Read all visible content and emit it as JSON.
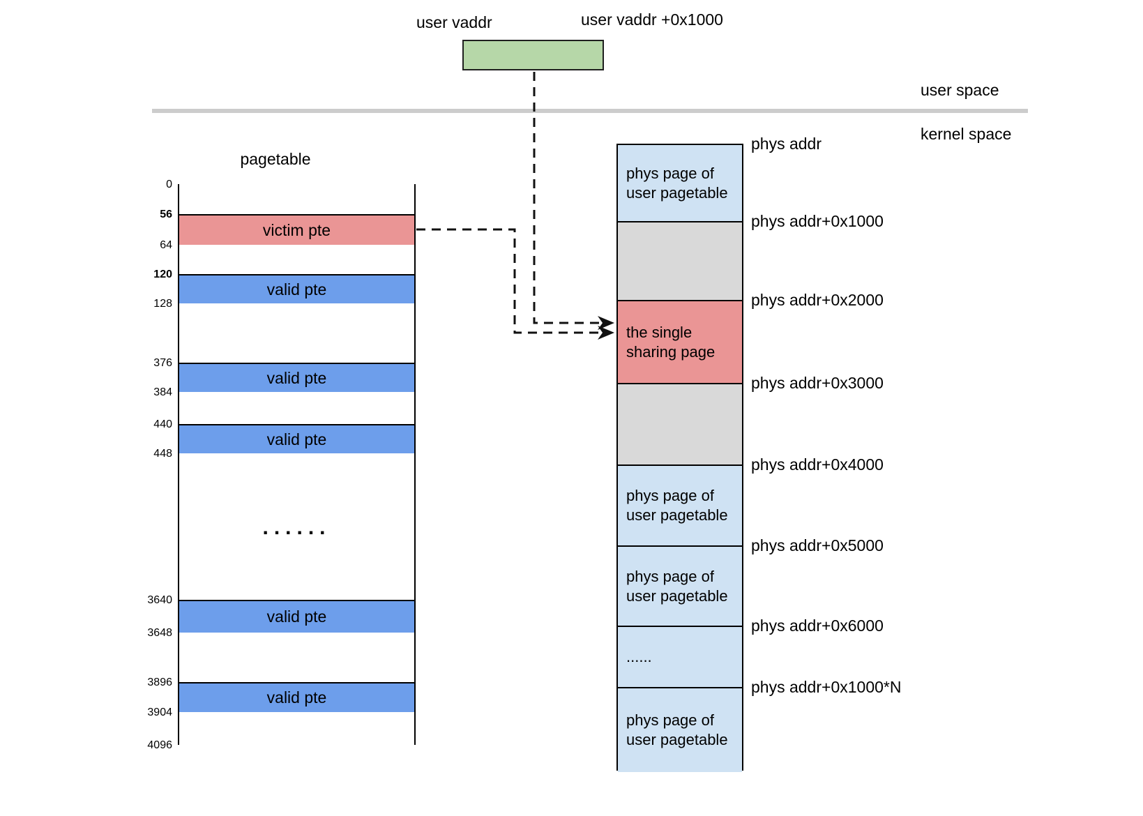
{
  "colors": {
    "green": "#b6d7a8",
    "red": "#ea9595",
    "blue": "#6d9eeb",
    "light_blue": "#cfe2f3",
    "gray": "#d9d9d9",
    "white": "#ffffff",
    "divider": "#cccccc",
    "line": "#111111"
  },
  "top": {
    "left_label": "user vaddr",
    "right_label": "user vaddr +0x1000"
  },
  "spaces": {
    "user": "user space",
    "kernel": "kernel space"
  },
  "pagetable": {
    "title": "pagetable",
    "ticks": [
      {
        "label": "0",
        "bold": false
      },
      {
        "label": "56",
        "bold": true
      },
      {
        "label": "64",
        "bold": false
      },
      {
        "label": "120",
        "bold": true
      },
      {
        "label": "128",
        "bold": false
      },
      {
        "label": "376",
        "bold": false
      },
      {
        "label": "384",
        "bold": false
      },
      {
        "label": "440",
        "bold": false
      },
      {
        "label": "448",
        "bold": false
      },
      {
        "label": "3640",
        "bold": false
      },
      {
        "label": "3648",
        "bold": false
      },
      {
        "label": "3896",
        "bold": false
      },
      {
        "label": "3904",
        "bold": false
      },
      {
        "label": "4096",
        "bold": false
      }
    ],
    "rows": [
      {
        "text": "",
        "fill": "white"
      },
      {
        "text": "victim pte",
        "fill": "red"
      },
      {
        "text": "",
        "fill": "white"
      },
      {
        "text": "valid pte",
        "fill": "blue"
      },
      {
        "text": "",
        "fill": "white"
      },
      {
        "text": "valid pte",
        "fill": "blue"
      },
      {
        "text": "",
        "fill": "white"
      },
      {
        "text": "valid pte",
        "fill": "blue"
      },
      {
        "text": "",
        "fill": "white",
        "dots": "......"
      },
      {
        "text": "valid pte",
        "fill": "blue"
      },
      {
        "text": "",
        "fill": "white"
      },
      {
        "text": "valid pte",
        "fill": "blue"
      },
      {
        "text": "",
        "fill": "white"
      }
    ]
  },
  "physmem": {
    "blocks": [
      {
        "lines": [
          "phys page of",
          "user pagetable"
        ],
        "fill": "light_blue"
      },
      {
        "lines": [],
        "fill": "gray"
      },
      {
        "lines": [
          "the single",
          "sharing page"
        ],
        "fill": "red"
      },
      {
        "lines": [],
        "fill": "gray"
      },
      {
        "lines": [
          "phys page of",
          "user pagetable"
        ],
        "fill": "light_blue"
      },
      {
        "lines": [
          "phys page of",
          "user pagetable"
        ],
        "fill": "light_blue"
      },
      {
        "lines": [
          "......"
        ],
        "fill": "light_blue"
      },
      {
        "lines": [
          "phys page of",
          "user pagetable"
        ],
        "fill": "light_blue"
      }
    ],
    "labels": [
      "phys addr",
      "phys addr+0x1000",
      "phys addr+0x2000",
      "phys addr+0x3000",
      "phys addr+0x4000",
      "phys addr+0x5000",
      "phys addr+0x6000",
      "phys addr+0x1000*N"
    ]
  }
}
